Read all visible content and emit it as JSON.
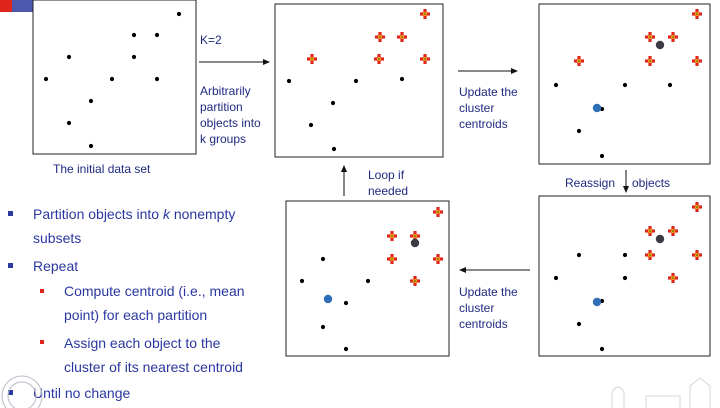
{
  "labels": {
    "k": "K=2",
    "partition": [
      "Arbitrarily",
      "partition",
      "objects into",
      "k groups"
    ],
    "initial": "The initial data set",
    "update_top": [
      "Update the",
      "cluster",
      "centroids"
    ],
    "reassign": [
      "Reassign",
      "objects"
    ],
    "loop": [
      "Loop if",
      "needed"
    ],
    "update_bottom": [
      "Update the",
      "cluster",
      "centroids"
    ]
  },
  "bullets": [
    {
      "level": 1,
      "lines": [
        {
          "pre": "Partition objects into ",
          "em": "k",
          "post": " nonempty"
        },
        {
          "pre": "subsets",
          "em": "",
          "post": ""
        }
      ]
    },
    {
      "level": 1,
      "lines": [
        {
          "pre": "Repeat",
          "em": "",
          "post": ""
        }
      ]
    },
    {
      "level": 2,
      "lines": [
        {
          "pre": "Compute centroid (i.e., mean",
          "em": "",
          "post": ""
        },
        {
          "pre": "point) for each partition",
          "em": "",
          "post": ""
        }
      ]
    },
    {
      "level": 2,
      "lines": [
        {
          "pre": "Assign each object to the",
          "em": "",
          "post": ""
        },
        {
          "pre": "cluster of its nearest centroid",
          "em": "",
          "post": ""
        }
      ]
    },
    {
      "level": 1,
      "lines": [
        {
          "pre": "Until no change",
          "em": "",
          "post": ""
        }
      ]
    }
  ],
  "colors": {
    "label_text": "#1f2a80",
    "bullet_text": "#2a37a0",
    "object_dot": "#000000",
    "cluster_marker_red": "#e0261c",
    "cluster_marker_yellow": "#ffd400",
    "centroid_blue": "#2e6fb5",
    "centroid_dark": "#3a3a44"
  }
}
